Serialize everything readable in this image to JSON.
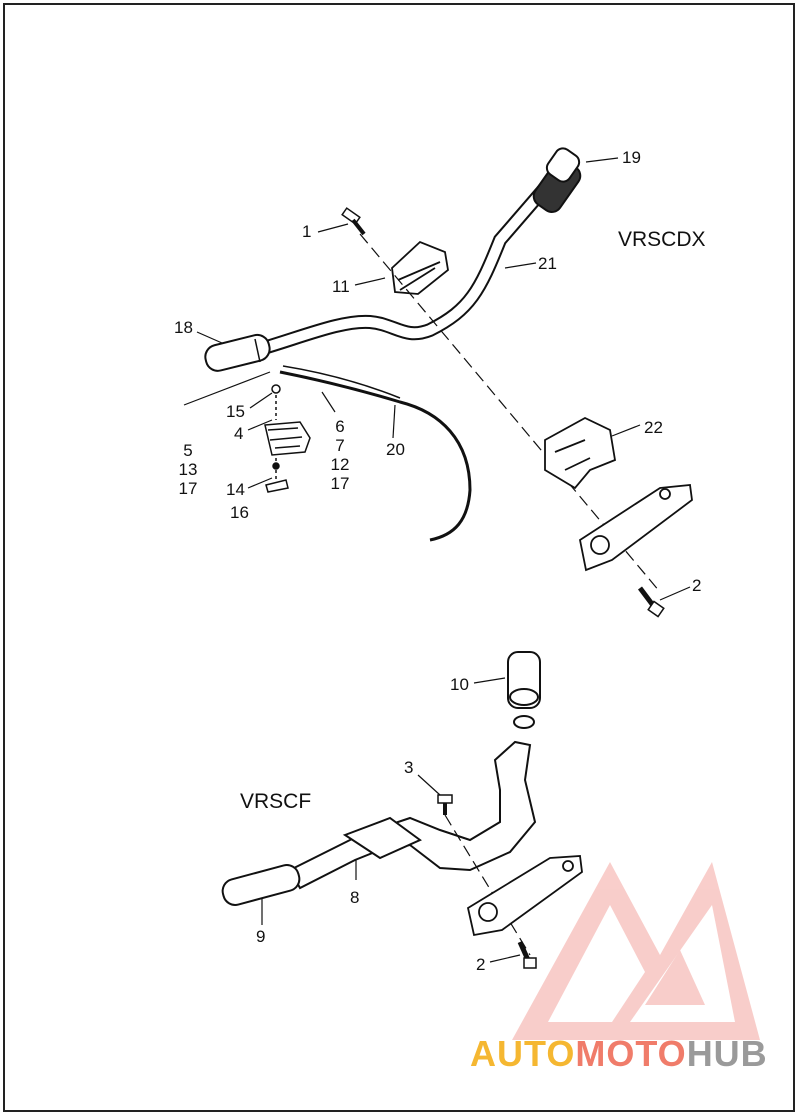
{
  "models": {
    "top": "VRSCDX",
    "bottom": "VRSCF"
  },
  "callouts": {
    "c1": "1",
    "c2a": "2",
    "c2b": "2",
    "c3": "3",
    "c8": "8",
    "c9": "9",
    "c10": "10",
    "c11": "11",
    "c14": "14",
    "c15": "15",
    "c4": "4",
    "c16": "16",
    "c18": "18",
    "c19": "19",
    "c20": "20",
    "c21": "21",
    "c22": "22"
  },
  "stacks": {
    "left": [
      "5",
      "13",
      "17"
    ],
    "right": [
      "6",
      "7",
      "12",
      "17"
    ]
  },
  "watermark": {
    "part1": "AUTO",
    "part2": "MOTO",
    "part3": "HUB",
    "colors": {
      "auto": "#f5b731",
      "moto": "#f07c6a",
      "hub": "#9a9a9a",
      "logo": "#f4a6a0"
    }
  }
}
